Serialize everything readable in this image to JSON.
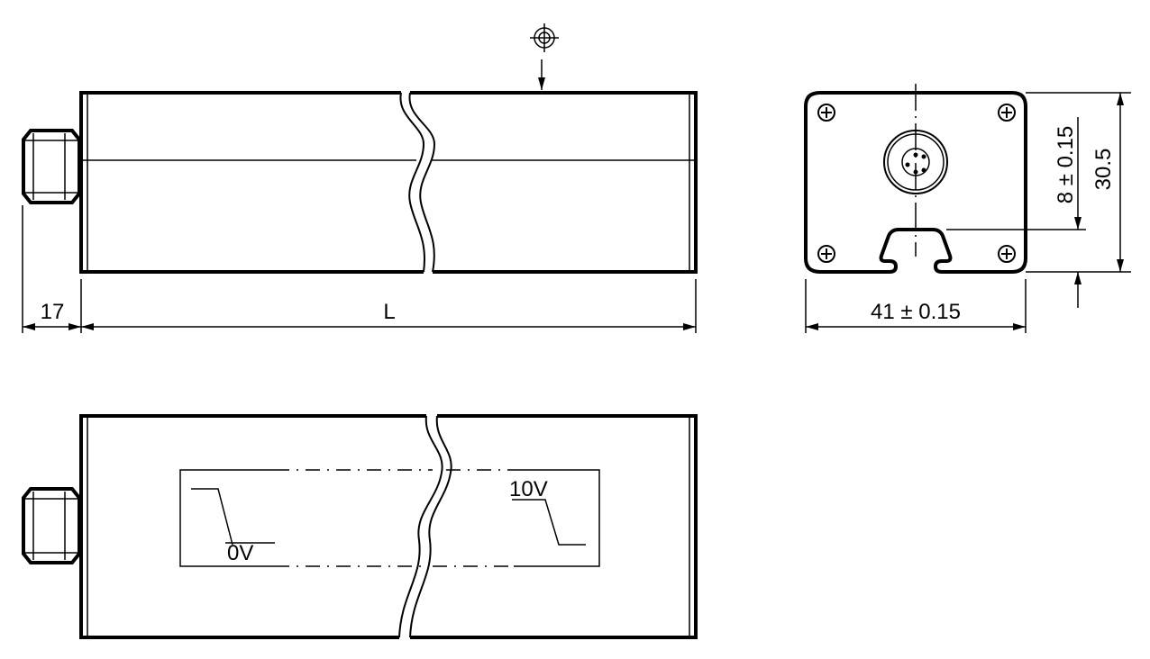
{
  "dimensions": {
    "connector_length": "17",
    "length": "L",
    "width": "41 ± 0.15",
    "height": "30.5",
    "rail_offset": "8 ± 0.15"
  },
  "signal": {
    "low_label": "0V",
    "high_label": "10V"
  }
}
